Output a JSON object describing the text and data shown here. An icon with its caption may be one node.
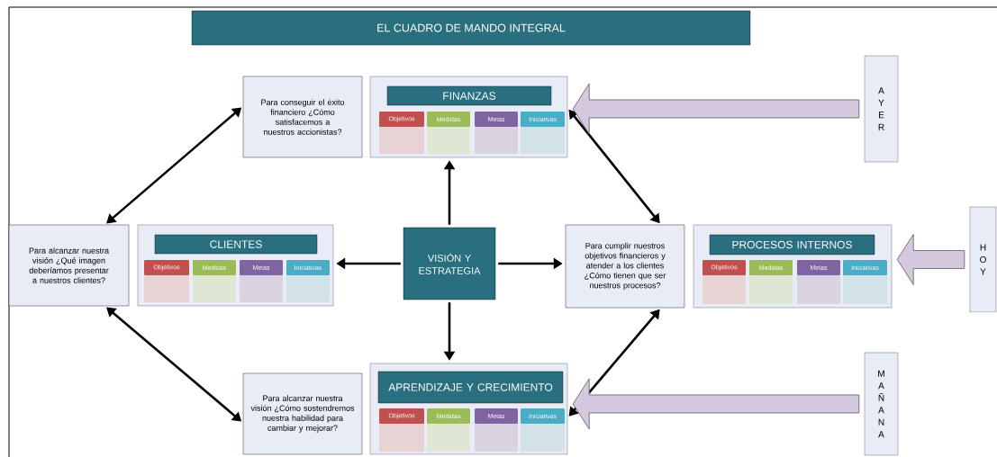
{
  "diagram": {
    "title": "EL CUADRO DE MANDO INTEGRAL",
    "nodes": [
      {
        "text": [
          "Para conseguir el éxito financiero ¿Cómo satisfacemos a nuestros accionistas?"
        ]
      },
      {
        "text": [
          "FINANZAS"
        ]
      },
      {
        "text": [
          "Objetivos"
        ],
        "in": 1
      },
      {
        "text": [
          "Medidas"
        ],
        "in": 1
      },
      {
        "text": [
          "Metas"
        ],
        "in": 1
      },
      {
        "text": [
          "Iniciativas"
        ],
        "in": 1
      },
      {
        "text": [
          "A Y E R"
        ]
      },
      {
        "text": [
          "Para alcanzar nuestra visión ¿Qué imagen deberíamos presentar a nuestros clientes?"
        ]
      },
      {
        "text": [
          "CLIENTES"
        ]
      },
      {
        "text": [
          "Objetivos"
        ],
        "in": 8
      },
      {
        "text": [
          "Medidas"
        ],
        "in": 8
      },
      {
        "text": [
          "Metas"
        ],
        "in": 8
      },
      {
        "text": [
          "Iniciativas"
        ],
        "in": 8
      },
      {
        "text": [
          "VISIÓN Y ESTRATEGIA"
        ]
      },
      {
        "text": [
          "Para cumplir nuestros objetivos financieros y atender a los clientes ¿Cómo tienen que ser nuestros procesos?"
        ]
      },
      {
        "text": [
          "PROCESOS INTERNOS"
        ]
      },
      {
        "text": [
          "Objetivos"
        ],
        "in": 15
      },
      {
        "text": [
          "Medidas"
        ],
        "in": 15
      },
      {
        "text": [
          "Metas"
        ],
        "in": 15
      },
      {
        "text": [
          "Iniciativas"
        ],
        "in": 15
      },
      {
        "text": [
          "H O Y"
        ]
      },
      {
        "text": [
          "Para alcanzar nuestra visión ¿Cómo sostendremos nuestra habilidad para cambiar y mejorar?"
        ]
      },
      {
        "text": [
          "APRENDIZAJE Y CRECIMIENTO"
        ]
      },
      {
        "text": [
          "Objetivos"
        ],
        "in": 22
      },
      {
        "text": [
          "Medidas"
        ],
        "in": 22
      },
      {
        "text": [
          "Metas"
        ],
        "in": 22
      },
      {
        "text": [
          "Iniciativas"
        ],
        "in": 22
      },
      {
        "text": [
          "M A Ñ A N A"
        ]
      }
    ],
    "edges": [
      {
        "from": 13,
        "to": 1,
        "arrow": "to"
      },
      {
        "from": 13,
        "to": 8,
        "arrow": "to"
      },
      {
        "from": 13,
        "to": 14,
        "arrow": "to"
      },
      {
        "from": 13,
        "to": 22,
        "arrow": "to"
      },
      {
        "from": 7,
        "to": 0,
        "arrow": "both"
      },
      {
        "from": 1,
        "to": 14,
        "arrow": "both"
      },
      {
        "from": 7,
        "to": 21,
        "arrow": "both"
      },
      {
        "from": 22,
        "to": 14,
        "arrow": "both"
      },
      {
        "from": 6,
        "to": 1,
        "arrow": "to"
      },
      {
        "from": 20,
        "to": 15,
        "arrow": "to"
      },
      {
        "from": 27,
        "to": 22,
        "arrow": "to"
      }
    ]
  }
}
